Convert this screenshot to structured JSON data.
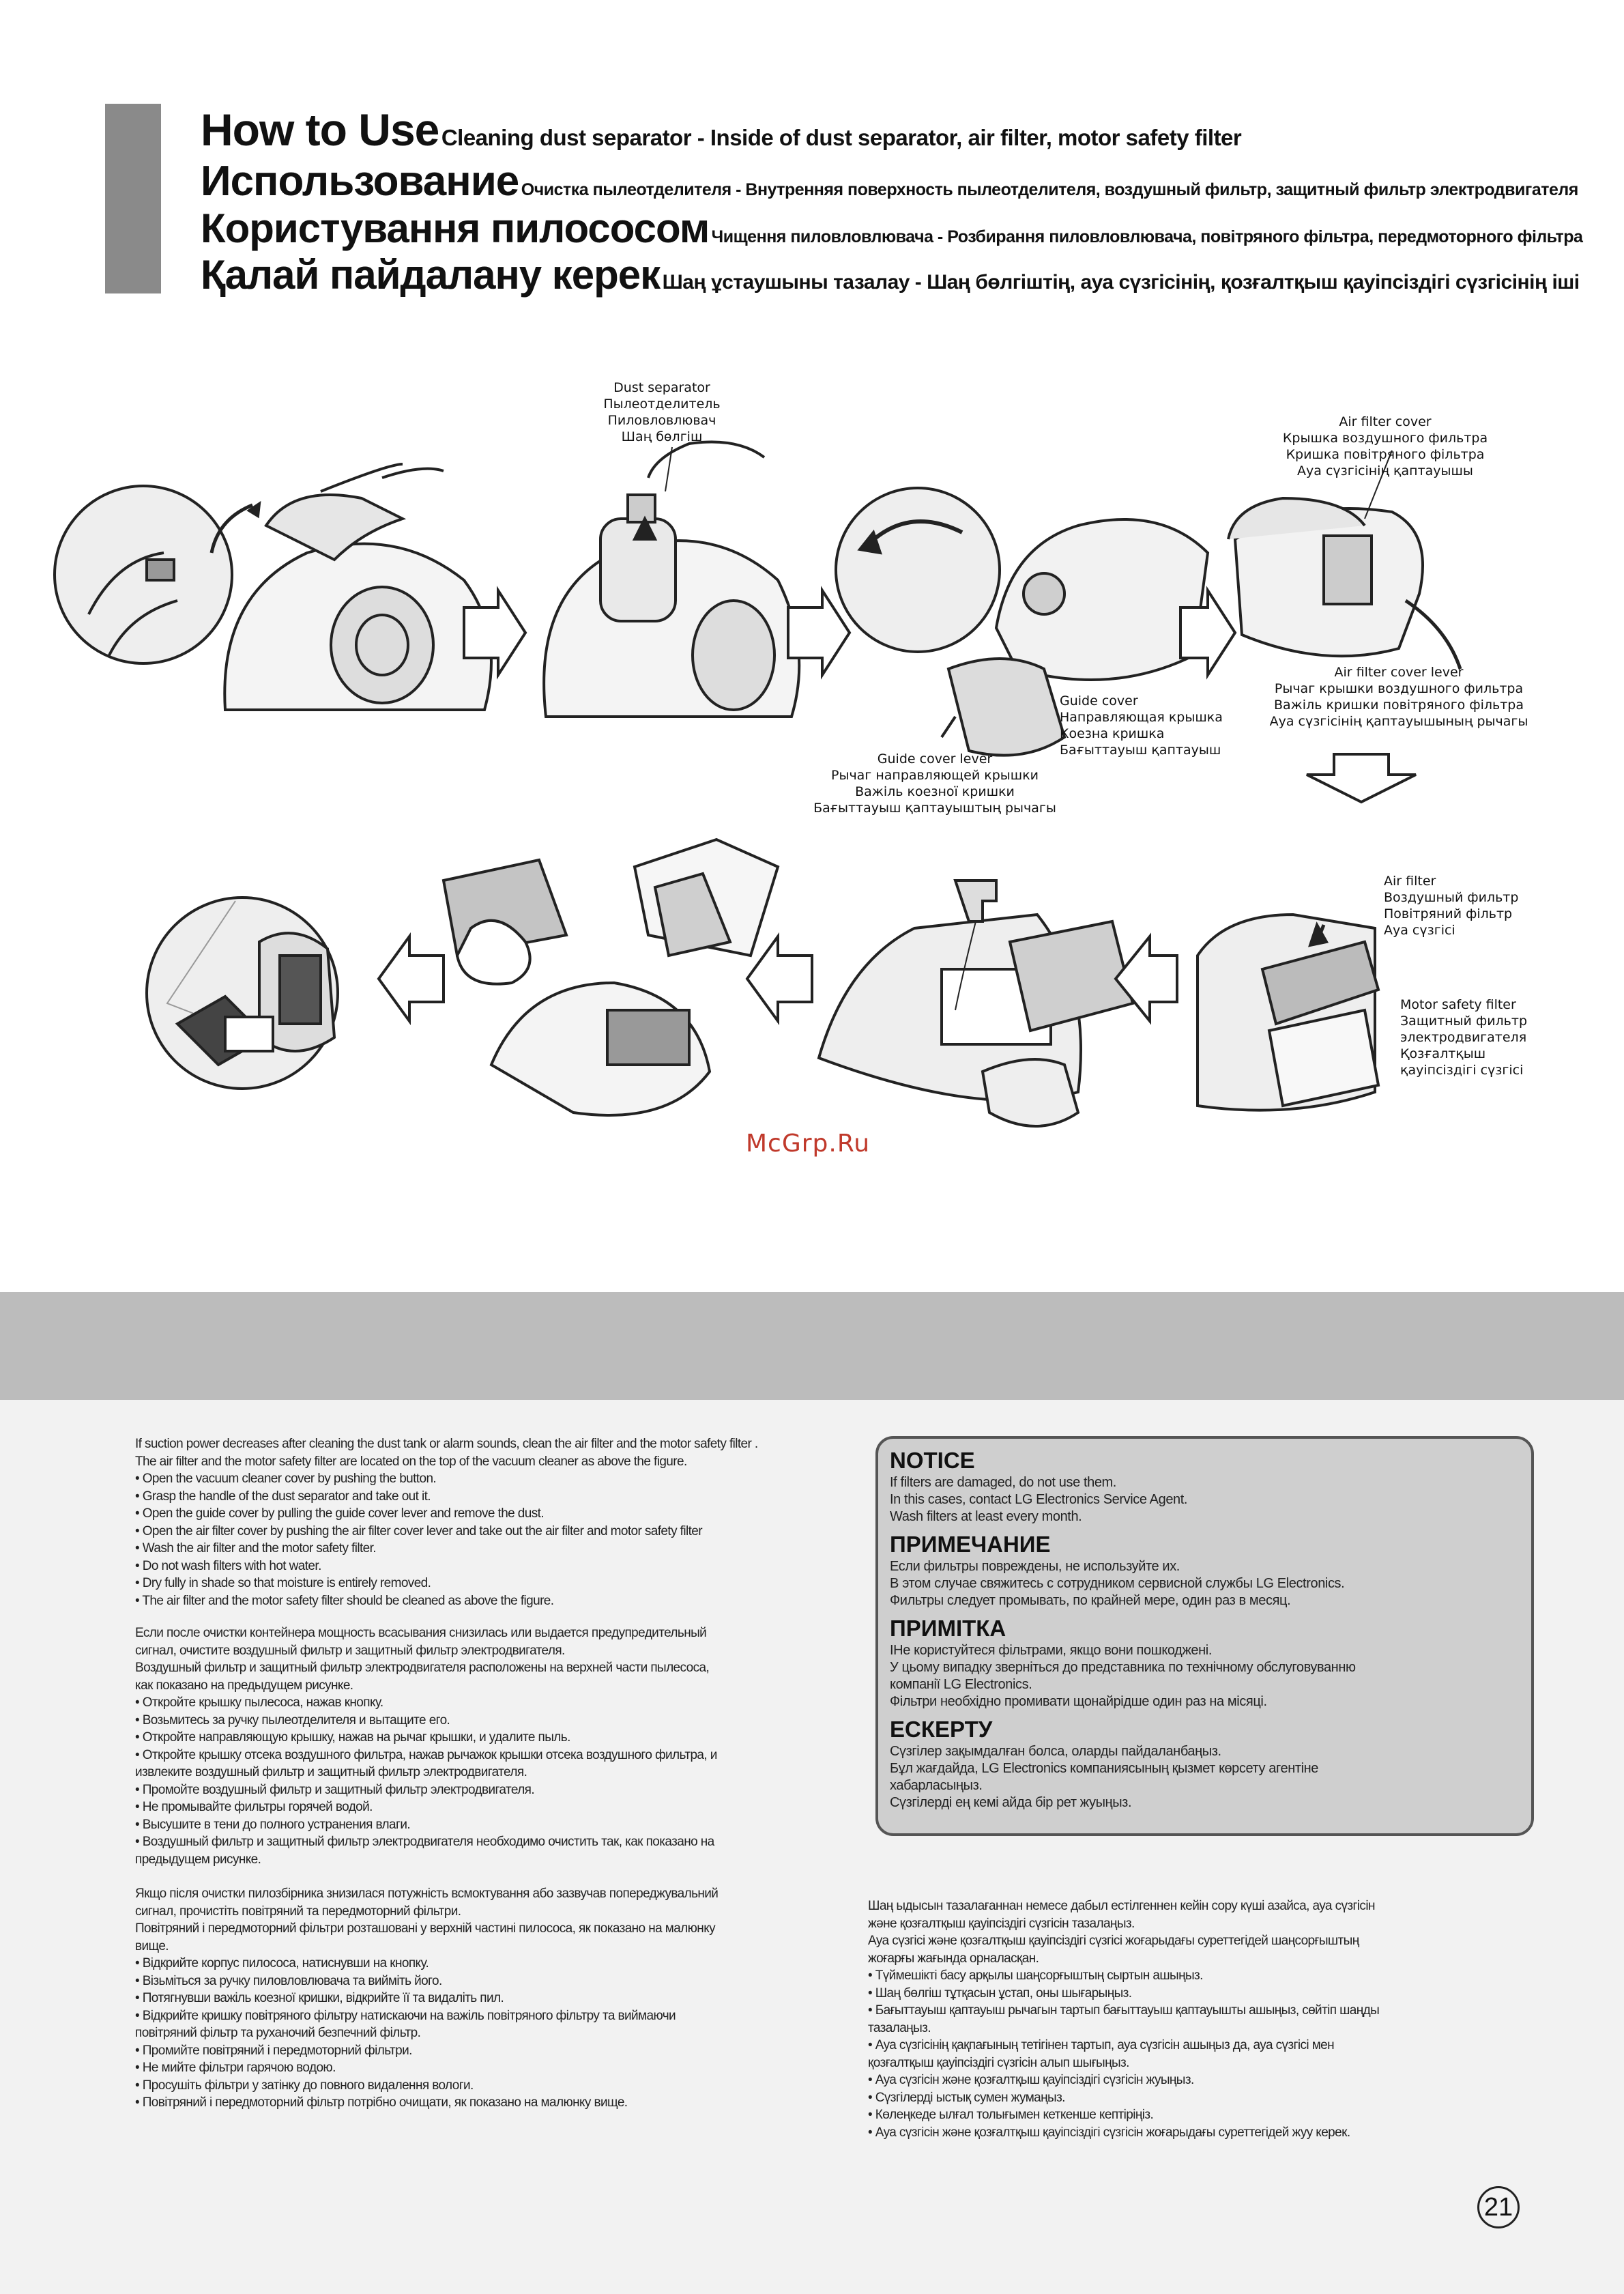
{
  "header": {
    "lines": [
      {
        "big": "How to Use",
        "small": "Cleaning dust separator - Inside of  dust separator, air filter, motor safety filter"
      },
      {
        "big": "Использование",
        "small": "Очистка пылеотделителя - Внутренняя поверхность пылеотделителя, воздушный фильтр, защитный фильтр электродвигателя"
      },
      {
        "big": "Користування пилососом",
        "small": "Чищення пиловловлювача - Розбирання пиловловлювача, повітряного фільтра, передмоторного фільтра"
      },
      {
        "big": "Қалай пайдалану керек",
        "small": "Шаң ұстаушыны тазалау - Шаң бөлгіштің, ауа сүзгісінің, қозғалтқыш қауіпсіздігі сүзгісінің іші"
      }
    ]
  },
  "labels": {
    "dust_separator": [
      "Dust separator",
      "Пылеотделитель",
      "Пиловловлювач",
      "Шаң бөлгіш"
    ],
    "air_filter_cover": [
      "Air filter cover",
      "Крышка воздушного фильтра",
      "Кришка повітряного фільтра",
      "Ауа сүзгісінің қаптауышы"
    ],
    "guide_cover": [
      "Guide cover",
      "Направляющая крышка",
      "Коезна кришка",
      "Бағыттауыш қаптауыш"
    ],
    "guide_cover_lever": [
      "Guide  cover lever",
      "Рычаг направляющей крышки",
      "Важіль коезної кришки",
      "Бағыттауыш қаптауыштың рычагы"
    ],
    "air_filter_cover_lever": [
      "Air filter cover lever",
      "Рычаг крышки воздушного фильтра",
      "Важіль кришки повітряного фільтра",
      "Ауа сүзгісінің қаптауышының рычагы"
    ],
    "air_filter": [
      "Air filter",
      "Воздушный фильтр",
      "Повітряний фільтр",
      "Ауа сүзгісі"
    ],
    "motor_safety_filter": [
      "Motor safety filter",
      "Защитный фильтр",
      "электродвигателя",
      "Қозғалтқыш",
      "қауіпсіздігі сүзгісі"
    ]
  },
  "watermark": "McGrp.Ru",
  "instructions": {
    "en": [
      "If suction power decreases after cleaning the dust tank or alarm sounds, clean the air filter and the motor safety filter .",
      "The air filter and the motor safety filter are located on the top of the vacuum cleaner as above the figure.",
      "• Open the vacuum cleaner cover by pushing the button.",
      "• Grasp the handle of the dust separator and  take out it.",
      "• Open the guide cover by pulling the guide cover lever and remove the dust.",
      "• Open the air filter cover by pushing the air filter cover lever and take out the air filter and    motor safety filter",
      "• Wash the air filter and the motor safety filter.",
      "• Do not wash filters with hot water.",
      "• Dry fully in shade so that moisture is entirely removed.",
      "• The air filter and the motor safety filter should be cleaned as above the figure."
    ],
    "ru": [
      "Если после очистки контейнера мощность всасывания снизилась или выдается предупредительный",
      "сигнал, очистите воздушный фильтр и защитный фильтр электродвигателя.",
      "Воздушный фильтр и защитный фильтр электродвигателя расположены на верхней части пылесоса,",
      "как показано на предыдущем рисунке.",
      "• Откройте крышку пылесоса, нажав кнопку.",
      "• Возьмитесь за ручку пылеотделителя и вытащите его.",
      "• Откройте направляющую крышку, нажав на рычаг крышки, и удалите пыль.",
      "• Откройте крышку отсека воздушного фильтра, нажав рычажок крышки отсека воздушного фильтра, и",
      "   извлеките воздушный фильтр и защитный фильтр электродвигателя.",
      "• Промойте воздушный фильтр и защитный фильтр электродвигателя.",
      "• Не промывайте фильтры горячей водой.",
      "• Высушите в тени до полного устранения влаги.",
      "• Воздушный фильтр и защитный фильтр электродвигателя необходимо очистить так, как показано на",
      "   предыдущем рисунке."
    ],
    "uk": [
      "Якщо після очистки пилозбірника знизилася потужність всмоктування або зазвучав попереджувальний",
      "сигнал, прочистіть повітряний та передмоторний фільтри.",
      "Повітряний і передмоторний фільтри розташовані у верхній частині пилососа, як показано на малюнку",
      "вище.",
      "• Відкрийте корпус пилососа, натиснувши на кнопку.",
      "• Візьміться за ручку пиловловлювача та вийміть його.",
      "• Потягнувши важіль коезної кришки, відкрийте її та видаліть пил.",
      "• Відкрийте кришку повітряного фільтру натискаючи на важіль повітряного фільтру та виймаючи",
      "   повітряний фільтр та руханочий безпечний фільтр.",
      "• Промийте повітряний і передмоторний фільтри.",
      "• Не мийте фільтри гарячою водою.",
      "• Просушіть фільтри у затінку до повного видалення вологи.",
      "• Повітряний і передмоторний фільтр потрібно очищати, як показано на малюнку вище."
    ],
    "kk": [
      "Шаң ыдысын тазалағаннан немесе дабыл естілгеннен кейін сору күші азайса, ауа сүзгісін",
      "және қозғалтқыш қауіпсіздігі сүзгісін тазалаңыз.",
      "Ауа сүзгісі және қозғалтқыш қауіпсіздігі сүзгісі жоғарыдағы суреттегідей шаңсорғыштың",
      "жоғарғы жағында орналасқан.",
      "• Түймешікті басу арқылы шаңсорғыштың сыртын ашыңыз.",
      "• Шаң бөлгіш тұтқасын ұстап, оны шығарыңыз.",
      "• Бағыттауыш қаптауыш рычагын тартып бағыттауыш қаптауышты ашыңыз, сөйтіп шаңды",
      "   тазалаңыз.",
      "• Ауа сүзгісінің қақпағының тетігінен тартып, ауа сүзгісін ашыңыз да, ауа сүзгісі мен",
      "   қозғалтқыш қауіпсіздігі сүзгісін алып шығыңыз.",
      "•  Ауа сүзгісін және қозғалтқыш қауіпсіздігі сүзгісін жуыңыз.",
      "•  Сүзгілерді ыстық сумен жумаңыз.",
      "•  Көлеңкеде ылғал толығымен кеткенше кептіріңіз.",
      "•  Ауа сүзгісін және қозғалтқыш қауіпсіздігі сүзгісін жоғарыдағы суреттегідей жуу керек."
    ]
  },
  "notice": {
    "sections": [
      {
        "title": "NOTICE",
        "lines": [
          "If filters are damaged, do not use them.",
          "In this cases, contact LG Electronics Service Agent.",
          "Wash filters at least  every month."
        ]
      },
      {
        "title": "ПРИМЕЧАНИЕ",
        "lines": [
          "Если фильтры повреждены, не используйте их.",
          "В этом случае свяжитесь с сотрудником сервисной службы LG Electronics.",
          "Фильтры следует промывать, по крайней мере, один раз в месяц."
        ]
      },
      {
        "title": "ПРИМІТКА",
        "lines": [
          "ІНе користуйтеся фільтрами, якщо вони пошкоджені.",
          "У цьому випадку зверніться до представника по технічному обслуговуванню",
          "компанії LG Electronics.",
          "Фільтри необхідно промивати щонайрідше один раз на місяці."
        ]
      },
      {
        "title": "ЕСКЕРТУ",
        "lines": [
          "Сүзгілер зақымдалған болса, оларды пайдаланбаңыз.",
          "Бұл жағдайда, LG Electronics компаниясының қызмет көрсету агентіне",
          "хабарласыңыз.",
          "Сүзгілерді ең кемі айда бір рет жуыңыз."
        ]
      }
    ]
  },
  "page_number": "21"
}
